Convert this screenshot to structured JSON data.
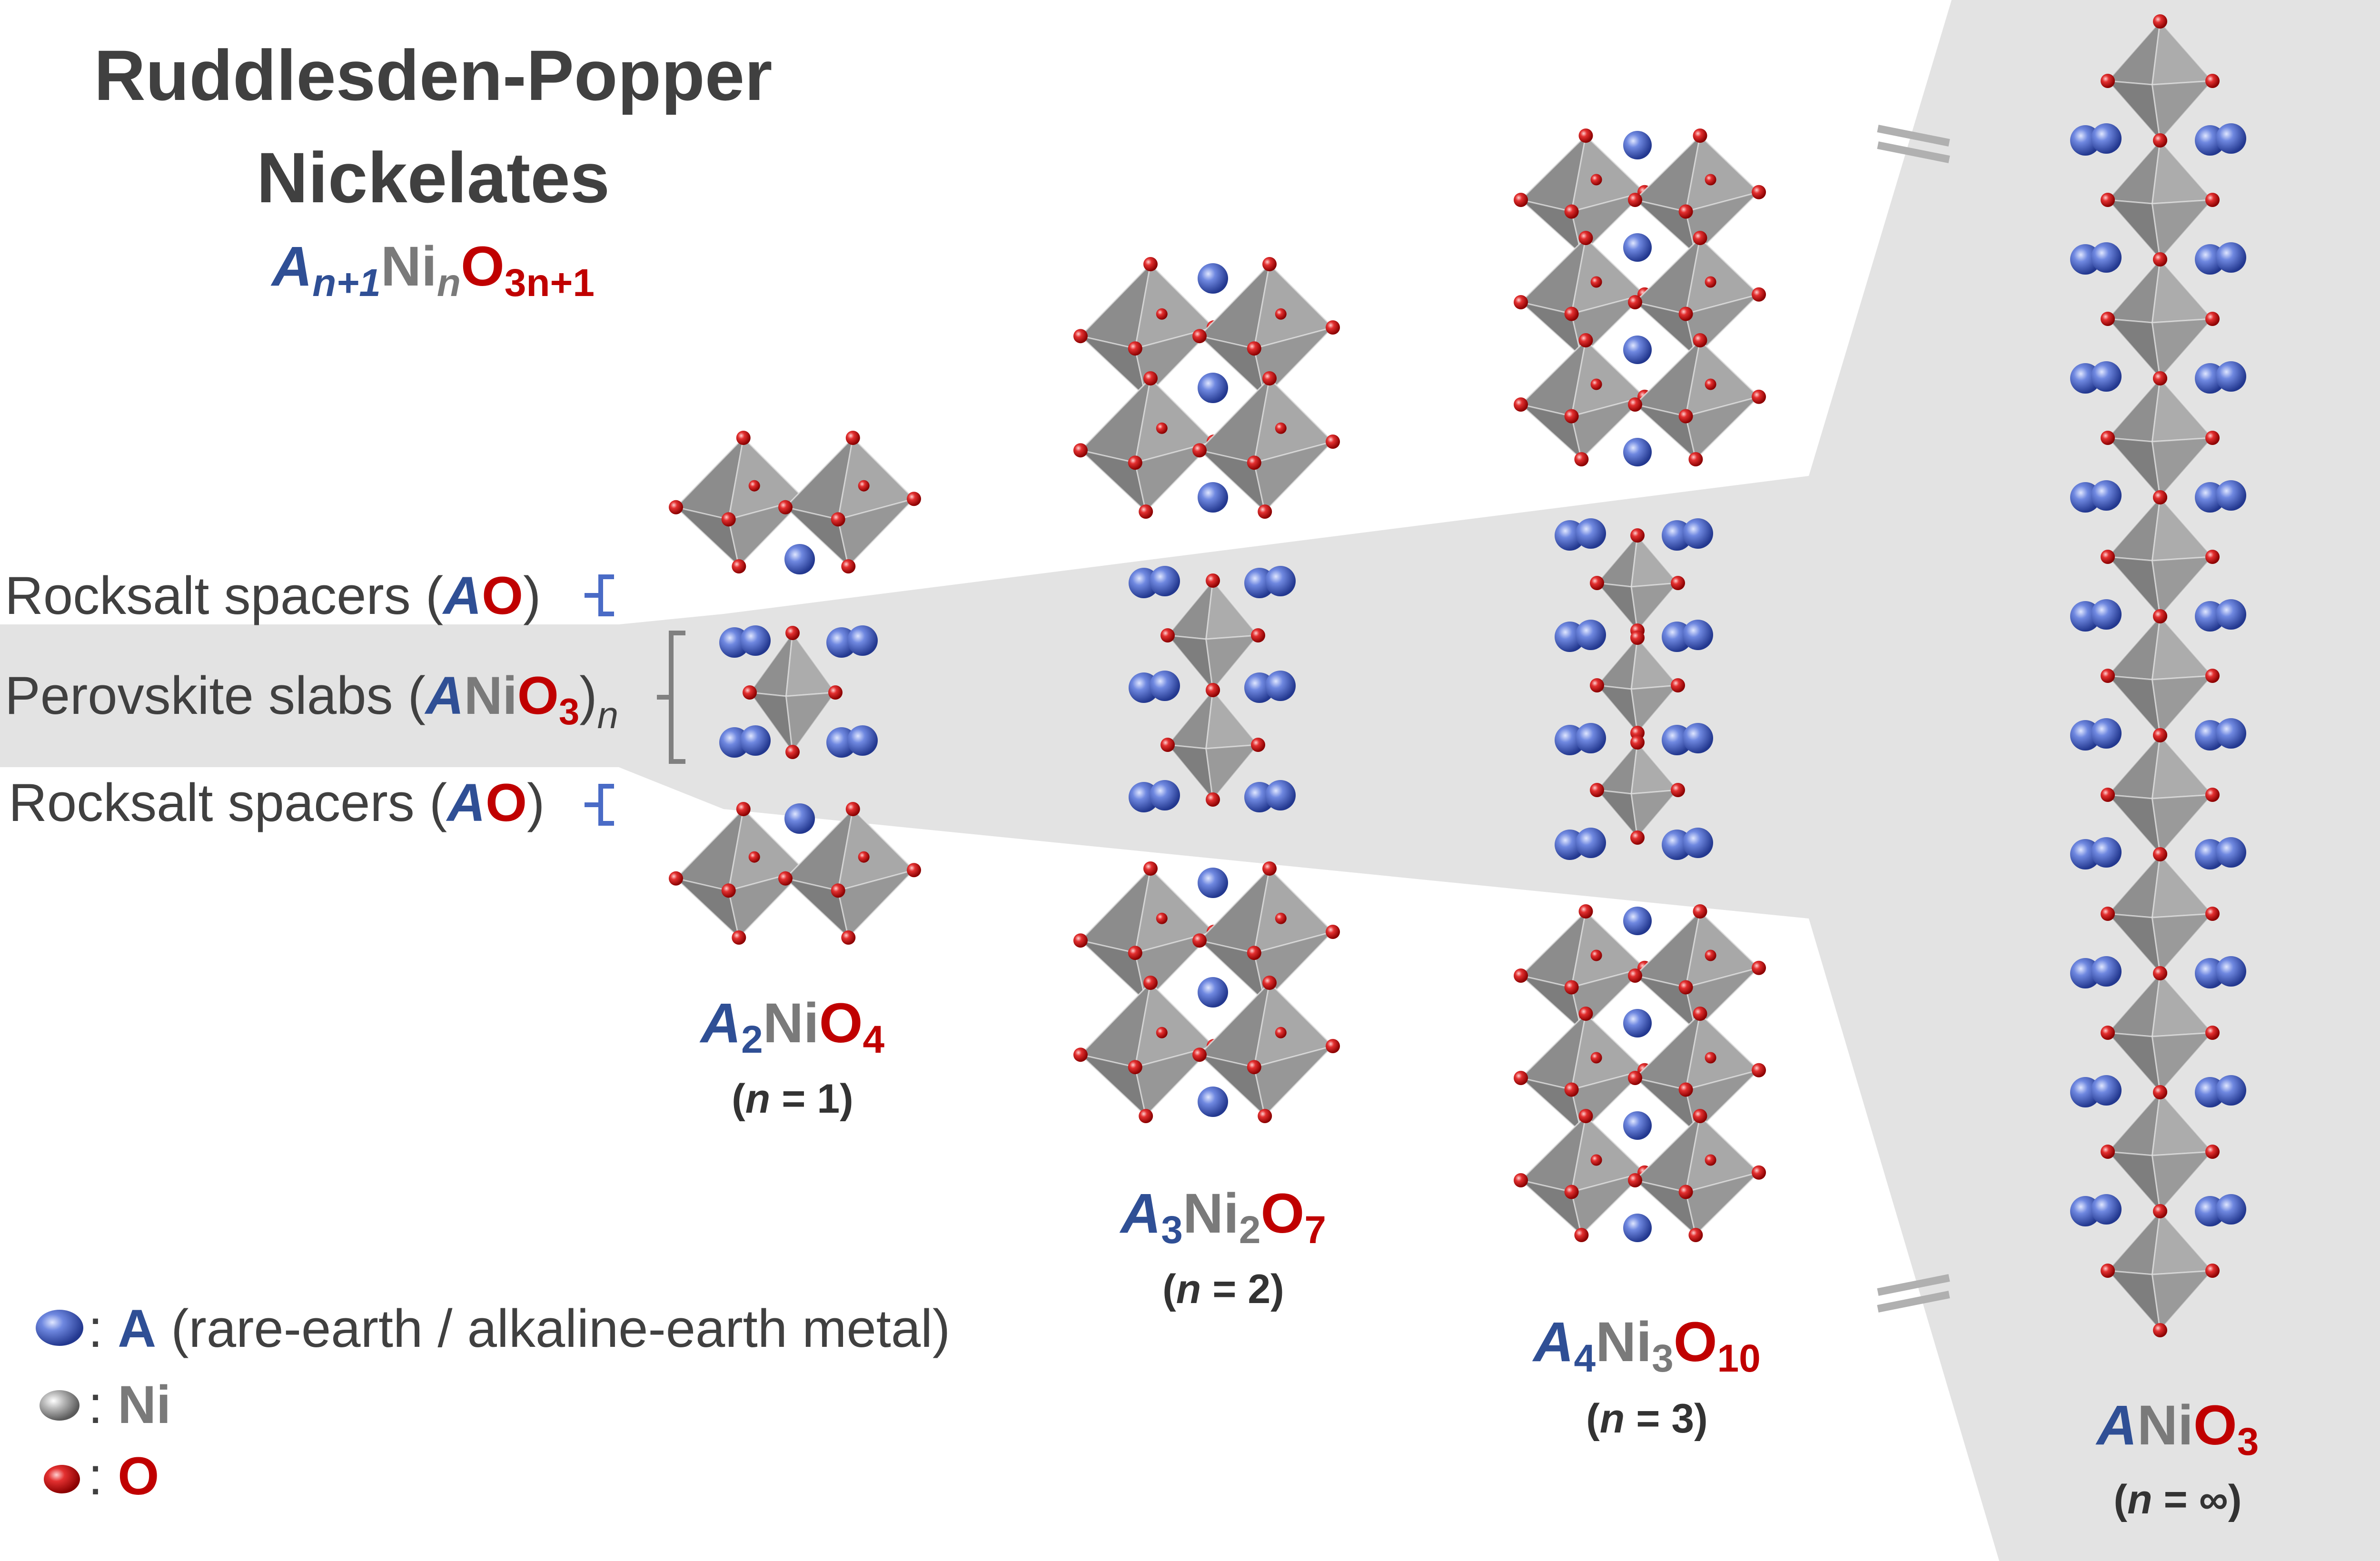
{
  "title": {
    "line1": "Ruddlesden-Popper",
    "line2": "Nickelates"
  },
  "general_formula": {
    "A": "A",
    "A_sub": "n+1",
    "Ni": "Ni",
    "Ni_sub": "n",
    "O": "O",
    "O_sub": "3n+1"
  },
  "layer_labels": {
    "rocksalt_top": {
      "text": "Rocksalt spacers (",
      "A": "A",
      "O": "O",
      "close": ")"
    },
    "perovskite": {
      "text": "Perovskite slabs (",
      "A": "A",
      "Ni": "Ni",
      "O": "O",
      "O_sub": "3",
      "close": ")",
      "n": "n"
    },
    "rocksalt_bottom": {
      "text": "Rocksalt spacers (",
      "A": "A",
      "O": "O",
      "close": ")"
    }
  },
  "structures": [
    {
      "A": "A",
      "A_sub": "2",
      "Ni": "Ni",
      "Ni_sub": "",
      "O": "O",
      "O_sub": "4",
      "n_label": "(n = 1)",
      "n_pre": "(",
      "n_var": "n",
      "n_post": " = 1)"
    },
    {
      "A": "A",
      "A_sub": "3",
      "Ni": "Ni",
      "Ni_sub": "2",
      "O": "O",
      "O_sub": "7",
      "n_pre": "(",
      "n_var": "n",
      "n_post": " = 2)"
    },
    {
      "A": "A",
      "A_sub": "4",
      "Ni": "Ni",
      "Ni_sub": "3",
      "O": "O",
      "O_sub": "10",
      "n_pre": "(",
      "n_var": "n",
      "n_post": " = 3)"
    },
    {
      "A": "A",
      "A_sub": "",
      "Ni": "Ni",
      "Ni_sub": "",
      "O": "O",
      "O_sub": "3",
      "n_pre": "(",
      "n_var": "n",
      "n_post": " = ∞)"
    }
  ],
  "legend": [
    {
      "atom": "A",
      "symbol": "A",
      "description": " (rare-earth / alkaline-earth metal)",
      "color": "#3f5fbf"
    },
    {
      "atom": "Ni",
      "symbol": "Ni",
      "description": "",
      "color": "#9a9a9a"
    },
    {
      "atom": "O",
      "symbol": "O",
      "description": "",
      "color": "#d01010"
    }
  ],
  "colors": {
    "A_atom": "#3f5fbf",
    "Ni_atom": "#9a9a9a",
    "O_atom": "#d01010",
    "octahedron": "#a3a3a3",
    "shade": "#e3e3e3",
    "text_blue": "#2f4f95",
    "text_red": "#c00000",
    "text_gray": "#7a7a7a"
  }
}
